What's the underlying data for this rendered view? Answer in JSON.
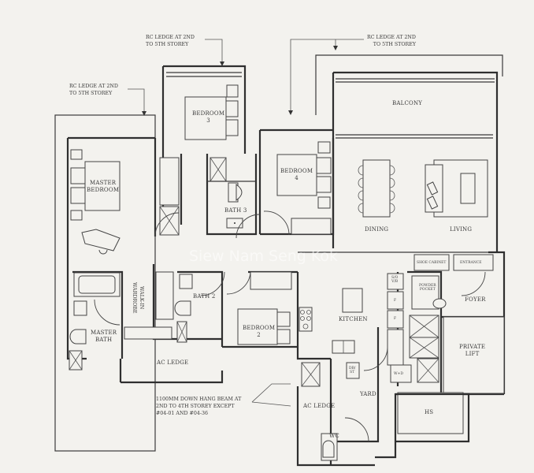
{
  "floor_plan": {
    "rooms": {
      "balcony": "BALCONY",
      "master_bedroom": "MASTER\nBEDROOM",
      "bedroom_3": "BEDROOM\n3",
      "bedroom_4": "BEDROOM\n4",
      "bedroom_2": "BEDROOM\n2",
      "bath_3": "BATH 3",
      "bath_2": "BATH 2",
      "master_bath": "MASTER\nBATH",
      "walk_in_wardrobe": "WALK-IN\nWARDROBE",
      "dining": "DINING",
      "living": "LIVING",
      "kitchen": "KITCHEN",
      "foyer": "FOYER",
      "private_lift": "PRIVATE\nLIFT",
      "yard": "YARD",
      "wc": "WC",
      "hs": "HS",
      "ac_ledge_main": "AC LEDGE",
      "ac_ledge_yard": "AC LEDGE"
    },
    "annotations": {
      "rc_ledge_left": "RC LEDGE AT 2ND\nTO 5TH STOREY",
      "rc_ledge_top": "RC LEDGE AT 2ND\nTO 5TH STOREY",
      "rc_ledge_right": "RC LEDGE AT 2ND\nTO 5TH STOREY",
      "down_hang_beam": "1100MM DOWN HANG BEAM AT\n2ND TO 4TH STOREY EXCEPT\n#04-01 AND #04-36"
    },
    "fixture_labels": {
      "so_vb": "S/O\nV/B",
      "fridge_1": "F",
      "fridge_2": "F",
      "db_st": "DB/\nST",
      "wd": "W+D",
      "shoe_cabinet": "SHOE CABINET",
      "entrance": "ENTRANCE",
      "powder_pocket": "POWDER\nPOCKET"
    },
    "watermark": "Siew Nam Seng Kok"
  }
}
